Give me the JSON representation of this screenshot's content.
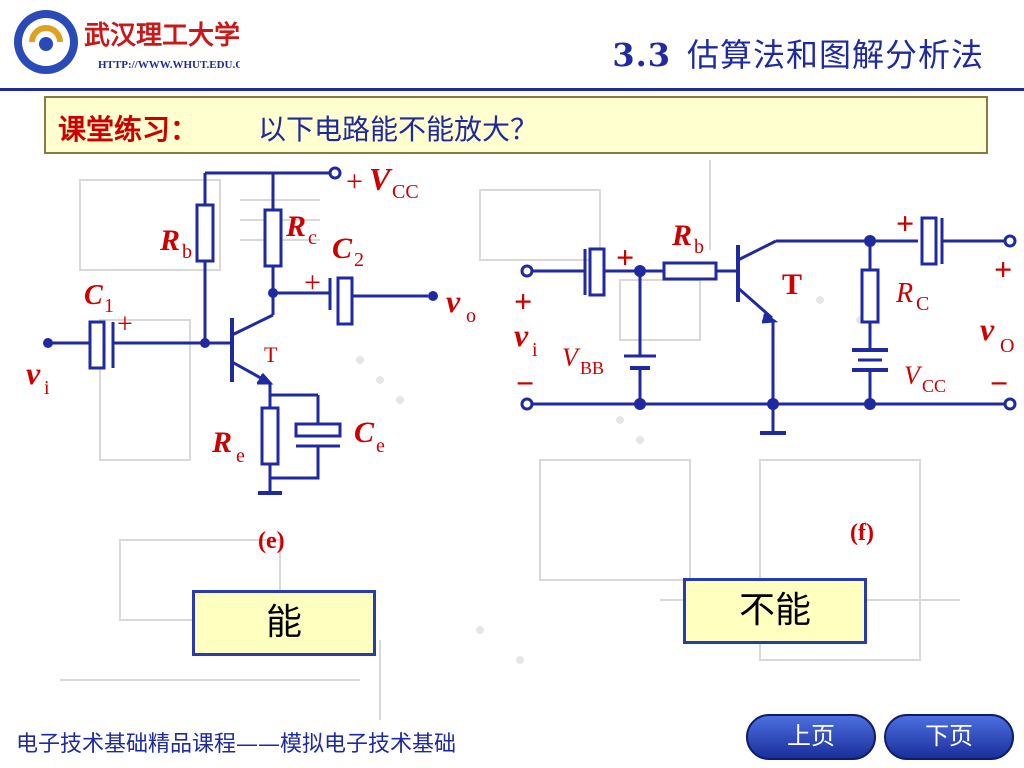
{
  "header": {
    "university_name": "武汉理工大学",
    "url": "HTTP://WWW.WHUT.EDU.CN",
    "section_number": "3.3",
    "section_title": "估算法和图解分析法"
  },
  "question": {
    "label": "课堂练习：",
    "text": "以下电路能不能放大？"
  },
  "circuit_e": {
    "caption": "(e)",
    "answer": "能",
    "labels": {
      "vcc_plus": "+",
      "vcc_main": "V",
      "vcc_sub": "CC",
      "rb_main": "R",
      "rb_sub": "b",
      "rc_main": "R",
      "rc_sub": "c",
      "c2_main": "C",
      "c2_sub": "2",
      "c2_plus": "+",
      "c1_main": "C",
      "c1_sub": "1",
      "c1_plus": "+",
      "vo_main": "v",
      "vo_sub": "o",
      "vi_main": "v",
      "vi_sub": "i",
      "transistor": "T",
      "re_main": "R",
      "re_sub": "e",
      "ce_main": "C",
      "ce_sub": "e"
    }
  },
  "circuit_f": {
    "caption": "(f)",
    "answer": "不能",
    "labels": {
      "rb_main": "R",
      "rb_sub": "b",
      "cin_plus": "+",
      "transistor": "T",
      "cout_plus": "+",
      "out_plus": "+",
      "rc_main": "R",
      "rc_sub": "C",
      "vo_main": "v",
      "vo_sub": "O",
      "in_plus": "+",
      "vi_main": "v",
      "vi_sub": "i",
      "in_minus": "−",
      "vbb_main": "V",
      "vbb_sub": "BB",
      "vcc_main": "V",
      "vcc_sub": "CC",
      "out_minus": "−"
    }
  },
  "footer": {
    "course": "电子技术基础精品课程——模拟电子技术基础",
    "prev": "上页",
    "next": "下页"
  },
  "colors": {
    "wire": "#1f2aa0",
    "label_red": "#cc0000",
    "label_blue": "#1f2aa0",
    "answer_bg": "#ffffc0"
  }
}
